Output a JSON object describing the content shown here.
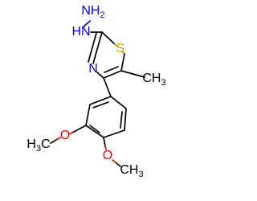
{
  "molecule": {
    "atoms": {
      "nh2": {
        "text": "NH",
        "sub": "2"
      },
      "nh": {
        "text": "HN"
      },
      "s_ring": {
        "text": "S"
      },
      "n_ring": {
        "text": "N"
      },
      "methyl_ring": {
        "text": "CH",
        "sub": "3"
      },
      "o_meta": {
        "text": "O"
      },
      "o_para": {
        "text": "O"
      },
      "methyl_meta": {
        "text": "H",
        "sub": "3",
        "tail": "C"
      },
      "methyl_para": {
        "text": "CH",
        "sub": "3"
      }
    }
  },
  "colors": {
    "bond": "#000000",
    "nitrogen": "#0000ff",
    "oxygen": "#ff0000",
    "sulfur": "#c8a000",
    "carbon": "#000000"
  }
}
